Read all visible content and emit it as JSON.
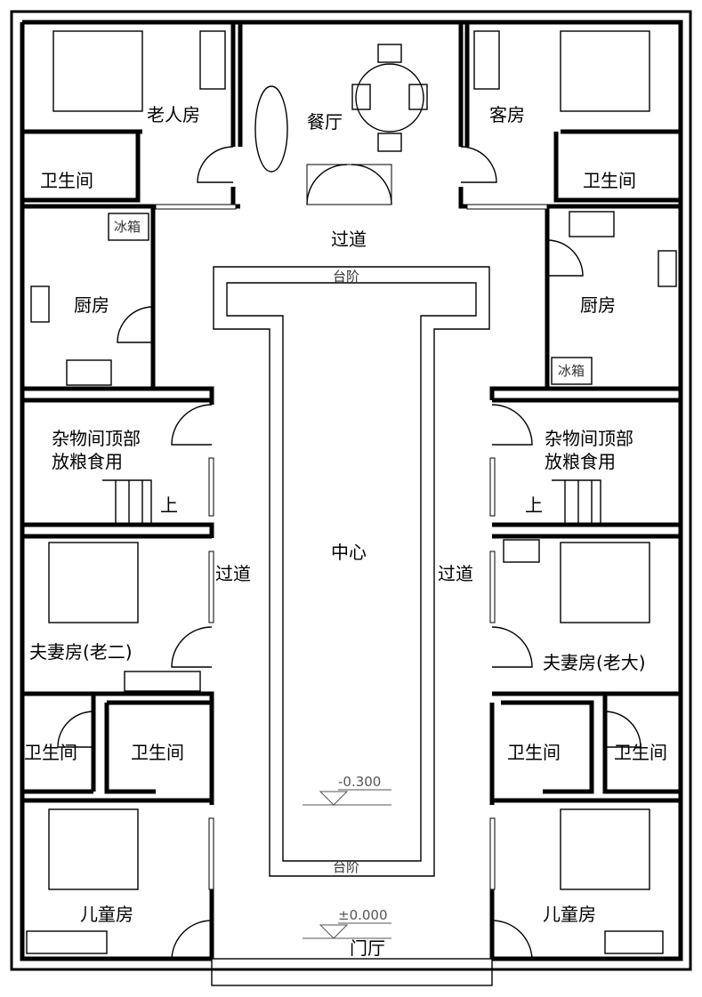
{
  "plan": {
    "rooms": {
      "elder_room": "老人房",
      "dining": "餐厅",
      "guest_room": "客房",
      "bath_top_left": "卫生间",
      "bath_top_right": "卫生间",
      "corridor_top": "过道",
      "kitchen_left": "厨房",
      "kitchen_right": "厨房",
      "fridge_left": "冰箱",
      "fridge_right": "冰箱",
      "steps_top": "台阶",
      "steps_bottom": "台阶",
      "storage_left_1": "杂物间顶部",
      "storage_left_2": "放粮食用",
      "storage_right_1": "杂物间顶部",
      "storage_right_2": "放粮食用",
      "up_left": "上",
      "up_right": "上",
      "center": "中心",
      "corridor_left": "过道",
      "corridor_right": "过道",
      "couple_left": "夫妻房(老二)",
      "couple_right": "夫妻房(老大)",
      "bath_mid_left_a": "卫生间",
      "bath_mid_left_b": "卫生间",
      "bath_mid_right_a": "卫生间",
      "bath_mid_right_b": "卫生间",
      "kids_left": "儿童房",
      "kids_right": "儿童房",
      "foyer": "门厅"
    },
    "levels": {
      "courtyard": "-0.300",
      "entrance": "±0.000"
    }
  }
}
